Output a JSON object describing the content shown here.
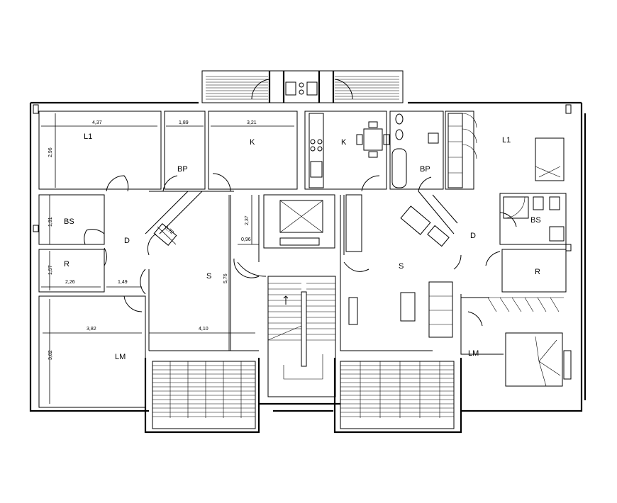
{
  "rooms": {
    "l1_left": "L1",
    "bp_left": "BP",
    "k_left": "K",
    "k_right": "K",
    "bp_right": "BP",
    "l1_right": "L1",
    "bs_left": "BS",
    "d_left": "D",
    "r_left": "R",
    "s_left": "S",
    "lm_left": "LM",
    "s_right": "S",
    "d_right": "D",
    "bs_right": "BS",
    "r_right": "R",
    "lm_right": "LM"
  },
  "dimensions": {
    "l1_w": "4,37",
    "l1_h": "2,96",
    "bp_w": "1,89",
    "k_w": "3,21",
    "bs_h": "1,91",
    "r_h": "1,57",
    "r_w": "2,26",
    "d_w": "1,49",
    "lm_w": "3,82",
    "lm_h": "3,82",
    "s_w": "4,10",
    "s_h": "5,76",
    "wall_h": "2,37",
    "wall_w": "0,96",
    "diag": "0,72"
  }
}
